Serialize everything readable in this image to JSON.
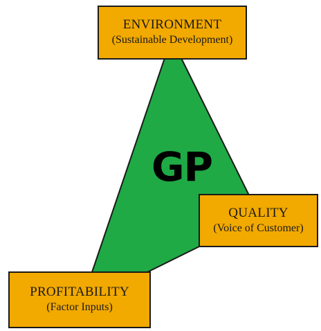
{
  "center_label": "GP",
  "colors": {
    "shape_fill": "#1FAA45",
    "box_fill": "#F2A900",
    "border": "#1a1a1a"
  },
  "nodes": {
    "environment": {
      "title": "ENVIRONMENT",
      "subtitle": "(Sustainable Development)"
    },
    "quality": {
      "title": "QUALITY",
      "subtitle": "(Voice of Customer)"
    },
    "profitability": {
      "title": "PROFITABILITY",
      "subtitle": "(Factor Inputs)"
    }
  }
}
